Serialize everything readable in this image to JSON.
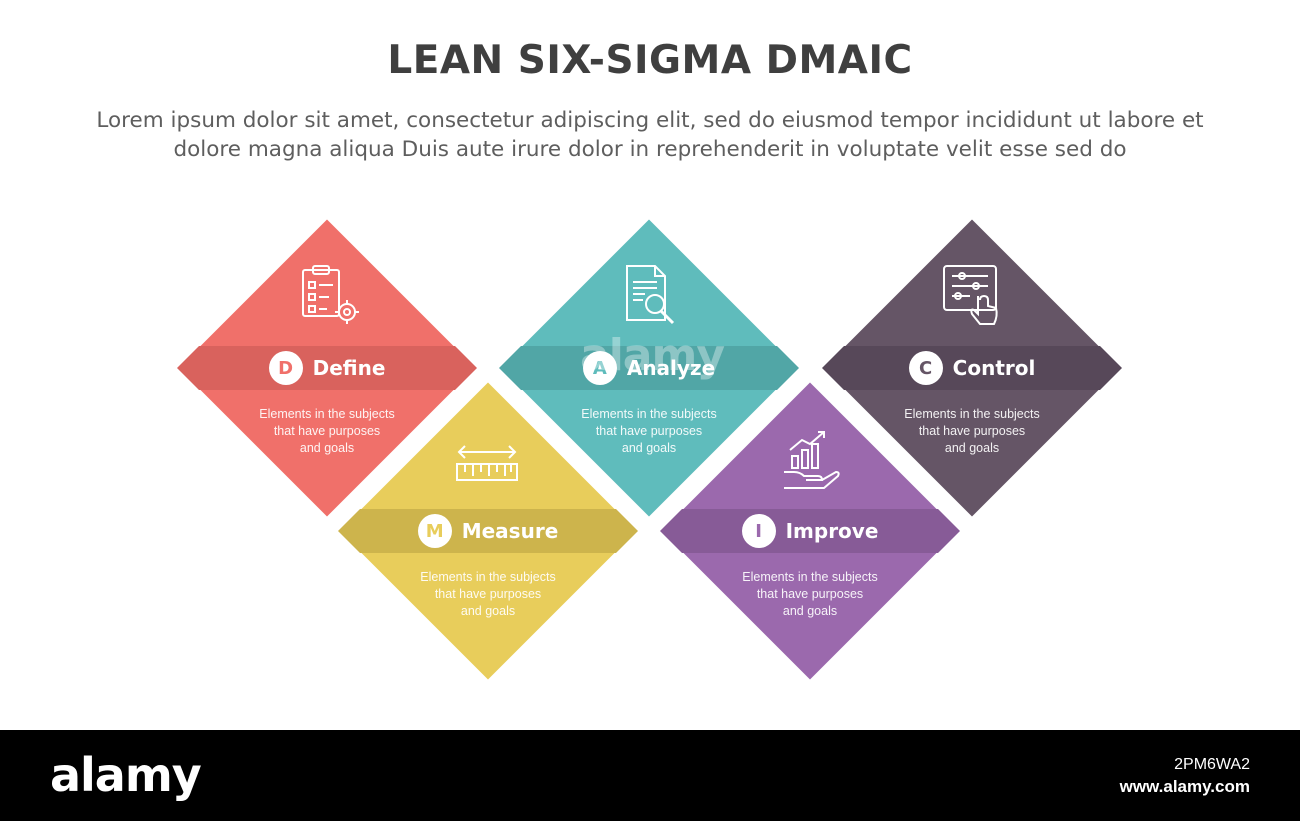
{
  "header": {
    "title": "LEAN SIX-SIGMA DMAIC",
    "subtitle": "Lorem ipsum dolor sit amet, consectetur adipiscing elit, sed do eiusmod tempor incididunt ut labore et dolore magna aliqua Duis aute irure dolor in reprehenderit in voluptate velit esse sed do"
  },
  "steps": [
    {
      "letter": "D",
      "name": "Define",
      "description": "Elements in the subjects\nthat have purposes\nand  goals",
      "color": "#f0706a",
      "band_color": "#d9625d",
      "icon": "clipboard-target-icon"
    },
    {
      "letter": "M",
      "name": "Measure",
      "description": "Elements in the subjects\nthat have purposes\nand  goals",
      "color": "#e8cd5b",
      "band_color": "#cdb44c",
      "icon": "ruler-icon"
    },
    {
      "letter": "A",
      "name": "Analyze",
      "description": "Elements in the subjects\nthat have purposes\nand  goals",
      "color": "#5fbcbc",
      "band_color": "#51a6a6",
      "icon": "document-search-icon"
    },
    {
      "letter": "I",
      "name": "Improve",
      "description": "Elements in the subjects\nthat have purposes\nand  goals",
      "color": "#9b69ad",
      "band_color": "#875b97",
      "icon": "growth-chart-hand-icon"
    },
    {
      "letter": "C",
      "name": "Control",
      "description": "Elements in the subjects\nthat have purposes\nand  goals",
      "color": "#655566",
      "band_color": "#574859",
      "icon": "control-panel-touch-icon"
    }
  ],
  "watermark": "alamy",
  "footer": {
    "logo": "alamy",
    "image_id": "2PM6WA2",
    "url": "www.alamy.com"
  }
}
